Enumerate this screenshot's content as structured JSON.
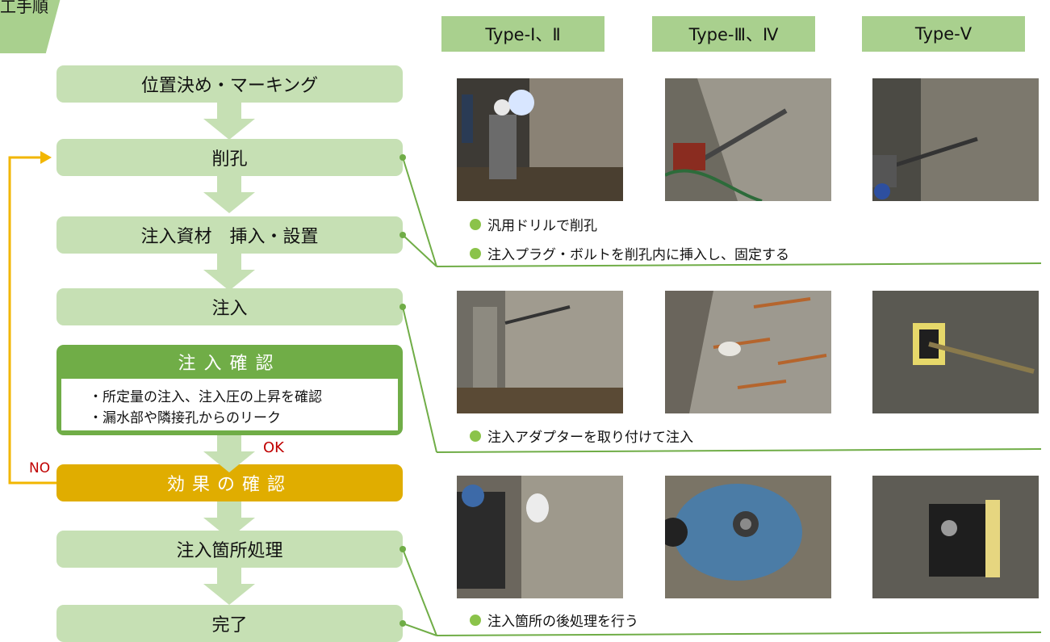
{
  "header": {
    "tab_label": "工手順"
  },
  "colors": {
    "step_fill": "#c6e0b4",
    "confirm_fill": "#70ad47",
    "effect_fill": "#e0ad00",
    "connector": "#70ad47",
    "loop": "#f2b600",
    "red_text": "#c00000"
  },
  "flow": {
    "steps": [
      {
        "label": "位置決め・マーキング"
      },
      {
        "label": "削孔"
      },
      {
        "label": "注入資材　挿入・設置"
      },
      {
        "label": "注入"
      }
    ],
    "confirm": {
      "title": "注入確認",
      "lines": [
        "・所定量の注入、注入圧の上昇を確認",
        "・漏水部や隣接孔からのリーク"
      ]
    },
    "ok_label": "OK",
    "no_label": "NO",
    "effect": {
      "label": "効果の確認"
    },
    "treatment": {
      "label": "注入箇所処理"
    },
    "complete": {
      "label": "完了"
    }
  },
  "types": [
    "Type-Ⅰ、Ⅱ",
    "Type-Ⅲ、Ⅳ",
    "Type-Ⅴ"
  ],
  "notes": {
    "drill": "汎用ドリルで削孔",
    "insert": "注入プラグ・ボルトを削孔内に挿入し、固定する",
    "inject": "注入アダプターを取り付けて注入",
    "treat": "注入箇所の後処理を行う"
  },
  "photos": {
    "row1": [
      "drilling-photo-type1-2",
      "drilling-photo-type3-4",
      "drilling-photo-type5"
    ],
    "row2": [
      "injection-photo-type1-2",
      "injection-photo-type3-4",
      "injection-photo-type5"
    ],
    "row3": [
      "treatment-photo-type1-2",
      "treatment-photo-type3-4",
      "treatment-photo-type5"
    ]
  }
}
